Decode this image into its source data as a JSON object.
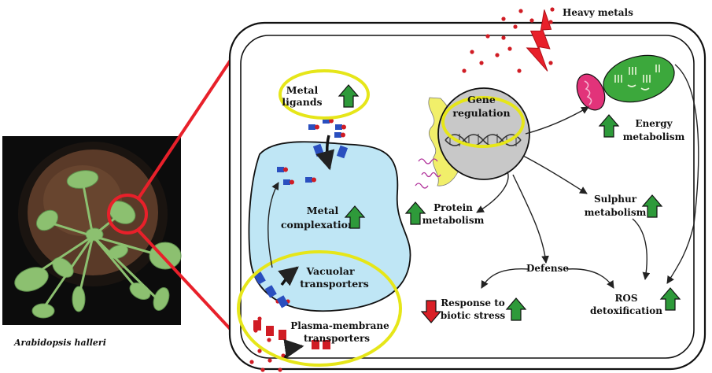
{
  "photo": {
    "caption": "Arabidopsis halleri"
  },
  "labels": {
    "heavy_metals": "Heavy metals",
    "metal_ligands_1": "Metal",
    "metal_ligands_2": "ligands",
    "gene_regulation_1": "Gene",
    "gene_regulation_2": "regulation",
    "energy_1": "Energy",
    "energy_2": "metabolism",
    "metal_complexation_1": "Metal",
    "metal_complexation_2": "complexation",
    "protein_1": "Protein",
    "protein_2": "metabolism",
    "sulphur_1": "Sulphur",
    "sulphur_2": "metabolism",
    "vacuolar_1": "Vacuolar",
    "vacuolar_2": "transporters",
    "defense": "Defense",
    "plasma_1": "Plasma-membrane",
    "plasma_2": "transporters",
    "biotic_1": "Response to",
    "biotic_2": "biotic stress",
    "ros_1": "ROS",
    "ros_2": "detoxification"
  },
  "colors": {
    "highlight": "#e6e619",
    "connector": "#e8202a",
    "up_arrow": "#2e9a3a",
    "down_arrow": "#d91f26",
    "vacuole": "#bfe6f5",
    "nucleus": "#c8c8c8",
    "er": "#f1ef6a",
    "mitochondrion": "#e2337a",
    "chloroplast": "#3ca83c",
    "metal_dot": "#d01c24"
  }
}
